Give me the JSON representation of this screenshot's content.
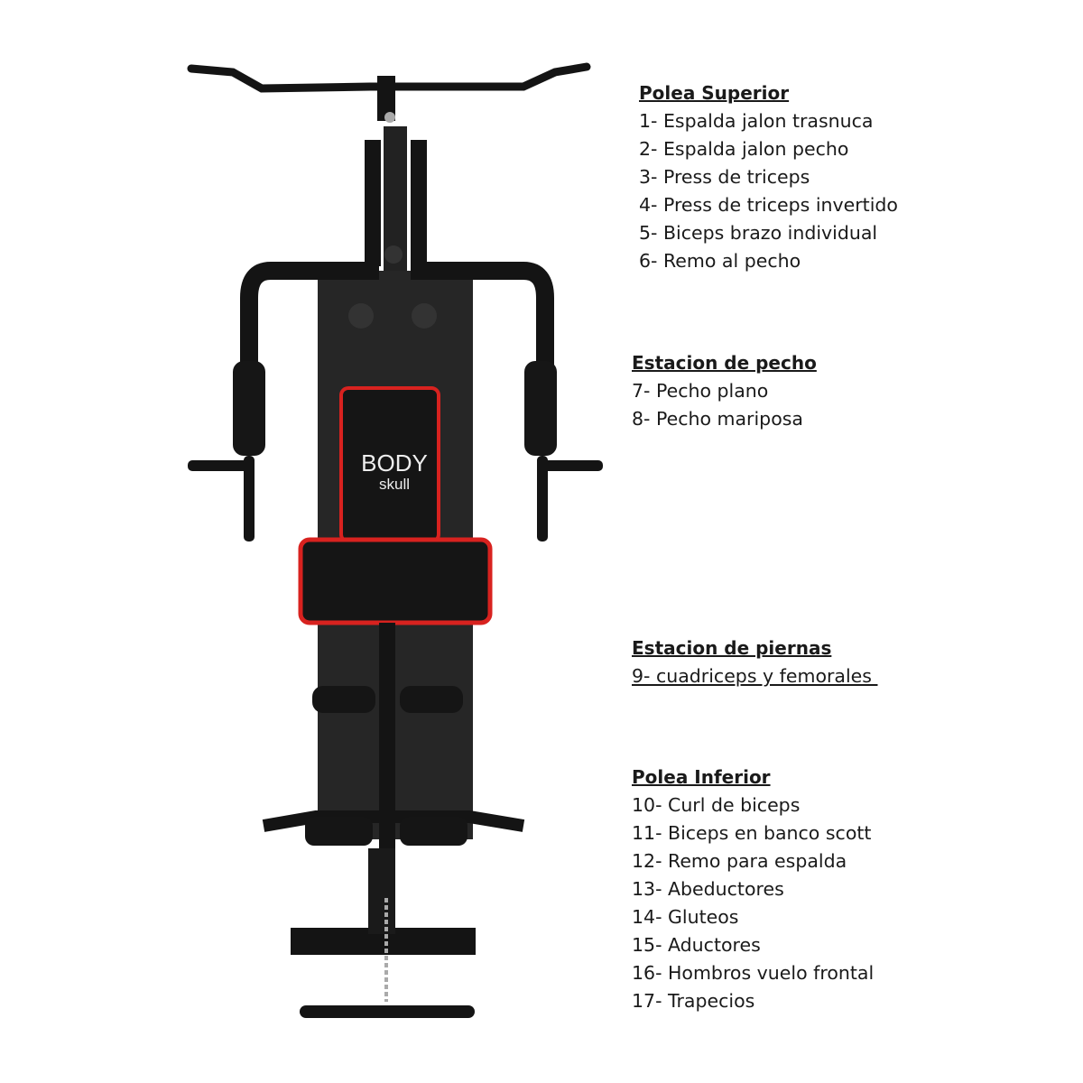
{
  "product": {
    "logo_text": "BODY",
    "logo_subtext": "skull",
    "colors": {
      "frame": "#141414",
      "accent": "#d8221f",
      "mesh": "#2a2a2a"
    }
  },
  "sections": [
    {
      "title": "Polea Superior",
      "items": [
        "1- Espalda jalon trasnuca",
        "2- Espalda jalon pecho",
        "3- Press de triceps",
        "4- Press de triceps invertido",
        "5- Biceps brazo individual",
        "6- Remo al pecho"
      ]
    },
    {
      "title": "Estacion de pecho",
      "items": [
        "7- Pecho plano",
        "8- Pecho mariposa"
      ]
    },
    {
      "title": "Estacion de piernas",
      "items": [
        "9- cuadriceps y femorales "
      ]
    },
    {
      "title": "Polea Inferior",
      "items": [
        "10- Curl de biceps",
        "11- Biceps en banco scott",
        "12- Remo para espalda",
        "13- Abeductores",
        "14- Gluteos",
        "15- Aductores",
        "16- Hombros vuelo frontal",
        "17- Trapecios"
      ]
    }
  ]
}
